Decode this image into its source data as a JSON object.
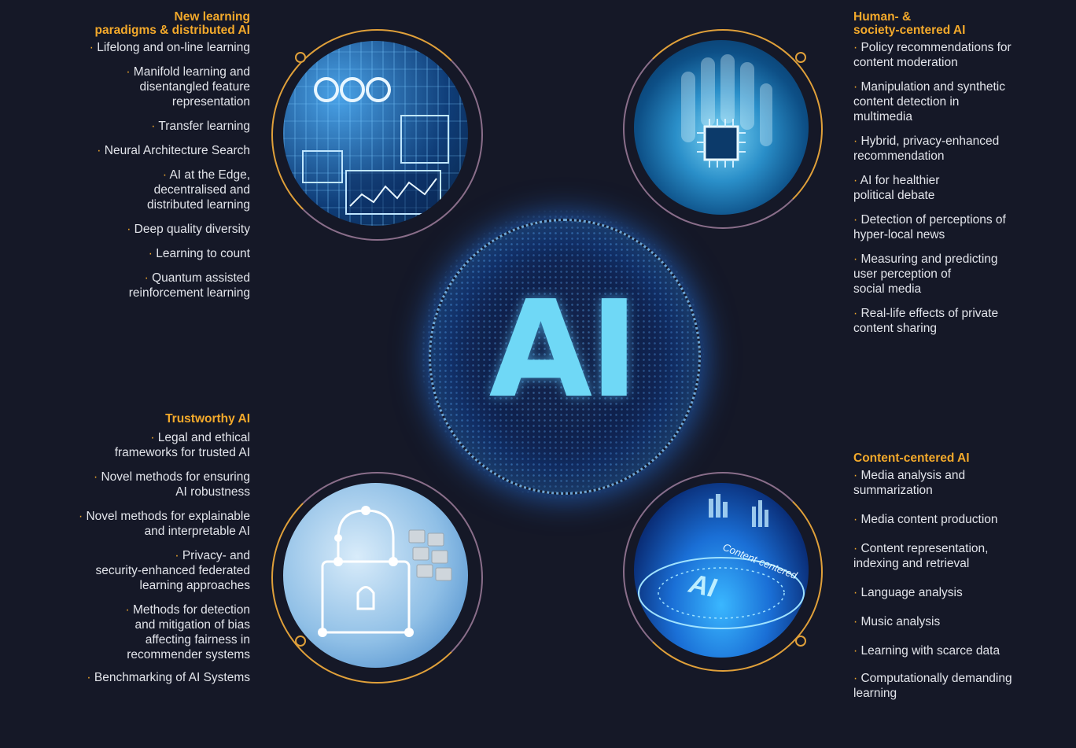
{
  "center": {
    "label": "AI"
  },
  "sections": {
    "top_left": {
      "heading_line1": "New learning",
      "heading_line2": "paradigms & distributed AI",
      "items": [
        [
          "Lifelong and on-line learning"
        ],
        [
          "Manifold learning and",
          "disentangled feature",
          "representation"
        ],
        [
          "Transfer learning"
        ],
        [
          "Neural Architecture Search"
        ],
        [
          "AI at the Edge,",
          "decentralised and",
          "distributed learning"
        ],
        [
          "Deep quality diversity"
        ],
        [
          "Learning to count"
        ],
        [
          "Quantum assisted",
          "reinforcement learning"
        ]
      ]
    },
    "bottom_left": {
      "heading_line1": "Trustworthy AI",
      "items": [
        [
          "Legal and ethical",
          "frameworks for trusted AI"
        ],
        [
          "Novel methods for ensuring",
          "AI robustness"
        ],
        [
          "Novel methods for explainable",
          "and interpretable AI"
        ],
        [
          "Privacy- and",
          "security-enhanced federated",
          "learning approaches"
        ],
        [
          "Methods for detection",
          "and mitigation of bias",
          "affecting fairness in",
          "recommender systems"
        ],
        [
          "Benchmarking of AI Systems"
        ]
      ]
    },
    "top_right": {
      "heading_line1": "Human- &",
      "heading_line2": "society-centered AI",
      "items": [
        [
          "Policy recommendations for",
          "content moderation"
        ],
        [
          "Manipulation and synthetic",
          "content detection in",
          "multimedia"
        ],
        [
          "Hybrid, privacy-enhanced",
          "recommendation"
        ],
        [
          "AI for healthier",
          "political debate"
        ],
        [
          "Detection of perceptions of",
          "hyper-local news"
        ],
        [
          "Measuring and predicting",
          "user perception of",
          "social media"
        ],
        [
          "Real-life effects of private",
          "content sharing"
        ]
      ]
    },
    "bottom_right": {
      "heading_line1": "Content-centered AI",
      "items": [
        [
          "Media analysis and",
          "summarization"
        ],
        [
          "Media content production"
        ],
        [
          "Content representation,",
          "indexing and retrieval"
        ],
        [
          "Language analysis"
        ],
        [
          "Music analysis"
        ],
        [
          "Learning with scarce data"
        ],
        [
          "Computationally demanding",
          "learning"
        ]
      ]
    }
  },
  "images": {
    "bottom_right_overlay_1": "Content-centered",
    "bottom_right_overlay_2": "AI"
  },
  "colors": {
    "accent": "#f3a92b",
    "background": "#151827",
    "sphere": "#2f8cff",
    "ai_text": "#6fd8f6"
  }
}
